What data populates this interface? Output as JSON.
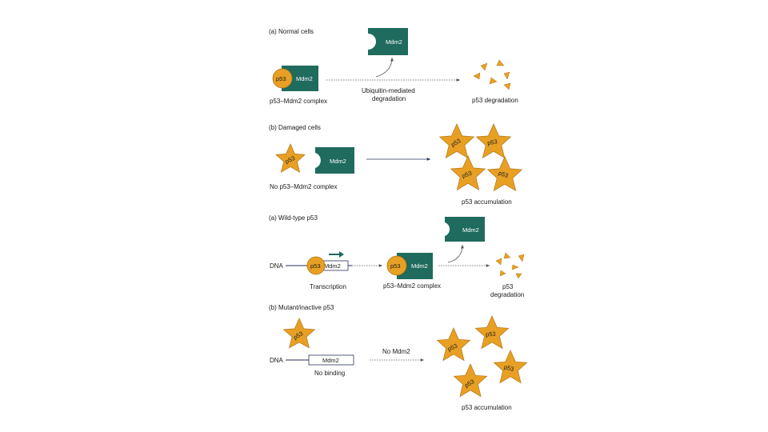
{
  "colors": {
    "mdm2_teal": "#1f6b5e",
    "p53_orange": "#e8a024",
    "p53_outline": "#b37412",
    "arrow_gray": "#555555",
    "line_navy": "#2a3060"
  },
  "panel_a_normal": {
    "header": "(a) Normal cells",
    "p53_label": "p53",
    "mdm2_label": "Mdm2",
    "mdm2_free_label": "Mdm2",
    "complex_caption": "p53–Mdm2 complex",
    "arrow_caption_line1": "Ubiquitin-mediated",
    "arrow_caption_line2": "degradation",
    "result_caption": "p53 degradation"
  },
  "panel_b_damaged": {
    "header": "(b) Damaged cells",
    "p53_label": "p53",
    "mdm2_label": "Mdm2",
    "no_complex_caption": "No p53–Mdm2 complex",
    "star_labels": [
      "p53",
      "p53",
      "p53",
      "p53"
    ],
    "result_caption": "p53 accumulation"
  },
  "panel_c_wildtype": {
    "header": "(a) Wild-type p53",
    "dna_label": "DNA",
    "p53_label": "p53",
    "gene_label": "Mdm2",
    "transcription_caption": "Transcription",
    "complex_p53_label": "p53",
    "complex_mdm2_label": "Mdm2",
    "complex_caption": "p53–Mdm2 complex",
    "mdm2_free_label": "Mdm2",
    "result_line1": "p53",
    "result_line2": "degradation"
  },
  "panel_d_mutant": {
    "header": "(b) Mutant/inactive p53",
    "p53_label": "p53",
    "dna_label": "DNA",
    "gene_label": "Mdm2",
    "no_binding_caption": "No binding",
    "arrow_caption": "No Mdm2",
    "star_labels": [
      "p53",
      "p53",
      "p53",
      "p53"
    ],
    "result_caption": "p53 accumulation"
  }
}
